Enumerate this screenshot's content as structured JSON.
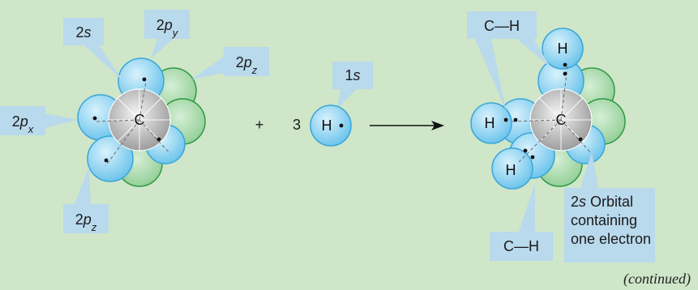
{
  "colors": {
    "background": "#cfe6c9",
    "label_box": "#b9d9ec",
    "s_orbital": "#8fd2f0",
    "s_orbital_edge": "#3aa6d8",
    "green_lobe": "#a7d8a8",
    "green_edge": "#2f9a46",
    "core": "#c8c8c8"
  },
  "left_carbon": {
    "atom": "C",
    "labels": {
      "s2": {
        "num": "2",
        "orb": "s"
      },
      "py": {
        "num": "2",
        "orb": "p",
        "sub": "y"
      },
      "pz_top": {
        "num": "2",
        "orb": "p",
        "sub": "z"
      },
      "px": {
        "num": "2",
        "orb": "p",
        "sub": "x"
      },
      "pz_bottom": {
        "num": "2",
        "orb": "p",
        "sub": "z"
      }
    }
  },
  "reaction": {
    "plus": "+",
    "coefficient": "3",
    "hydrogen": "H",
    "h_label": {
      "num": "1",
      "orb": "s"
    }
  },
  "product": {
    "center_atom": "C",
    "hydrogen": "H",
    "bond_top": "C—H",
    "bond_bottom": "C—H",
    "note": {
      "line1_num": "2",
      "line1_orb": "s",
      "line1_rest": " Orbital",
      "line2": "containing",
      "line3": "one electron"
    }
  },
  "footer": "(continued)"
}
